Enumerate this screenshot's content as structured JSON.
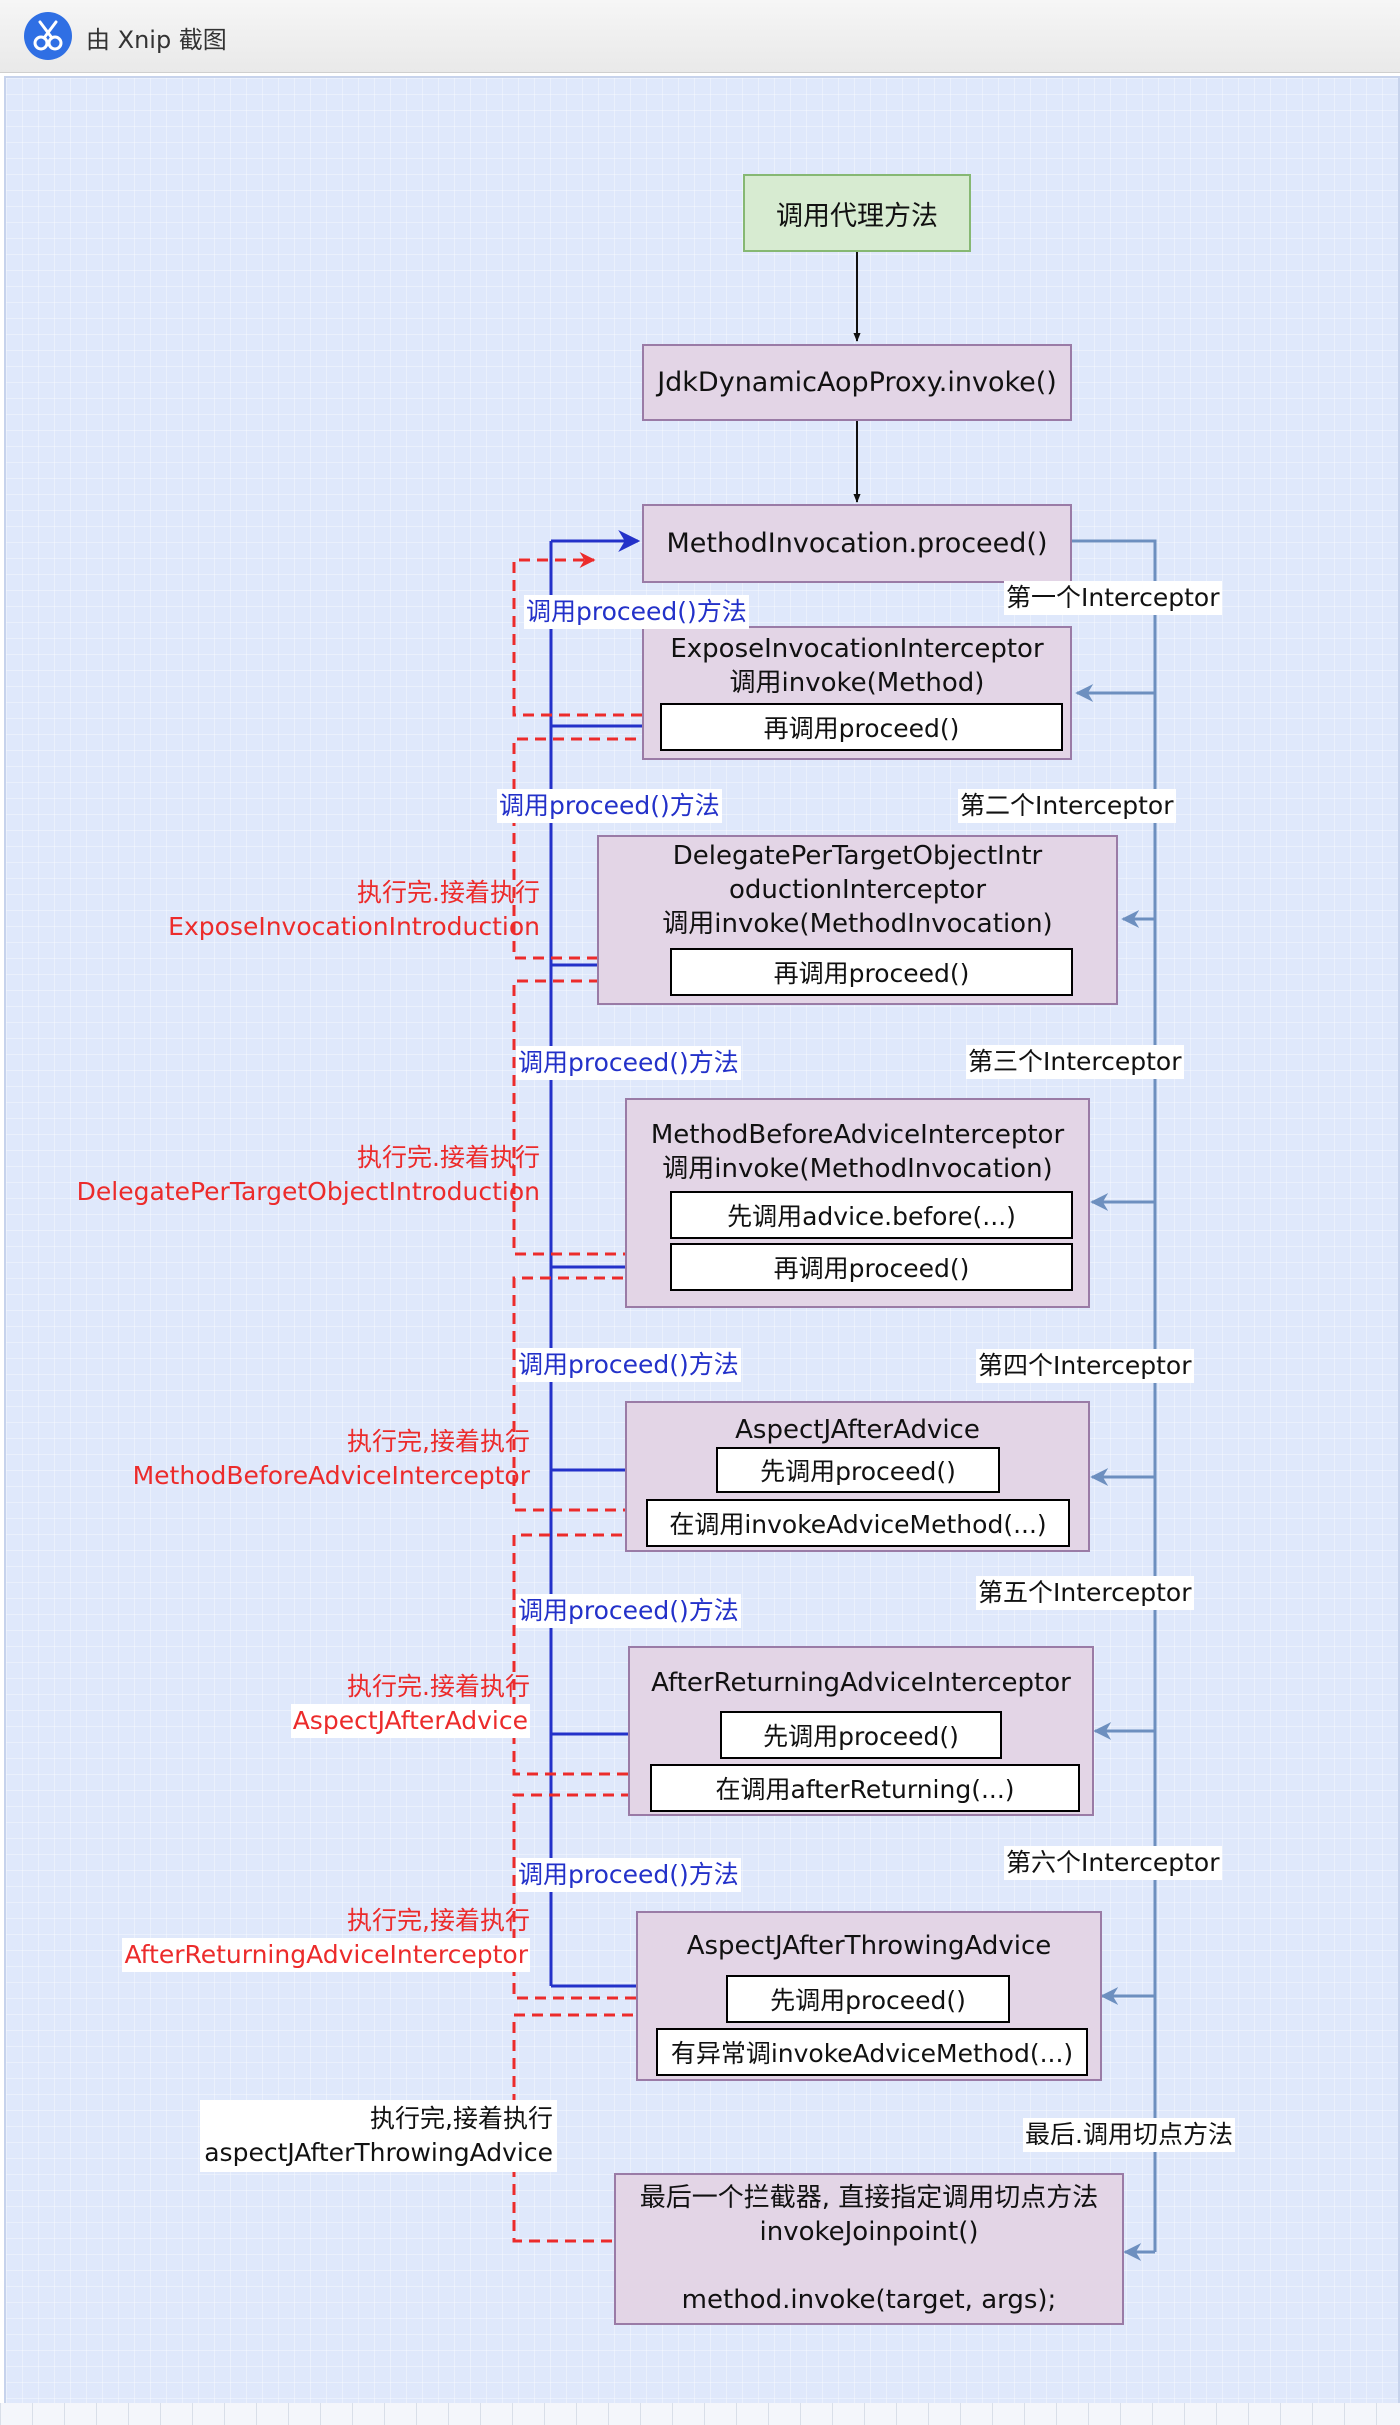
{
  "window": {
    "title": "由 Xnip 截图",
    "icon": "xnip-scissors-icon"
  },
  "colors": {
    "canvas": "#dfe8fb",
    "start_fill": "#d7ebd1",
    "node_fill": "#e3d5e6",
    "call_line": "#2331c9",
    "return_line": "#ec2b2b",
    "chain_line": "#6d8fbf"
  },
  "diagram": {
    "start": "调用代理方法",
    "jdk_proxy": "JdkDynamicAopProxy.invoke()",
    "method_invocation": "MethodInvocation.proceed()",
    "interceptors": [
      {
        "order_label": "第一个Interceptor",
        "call_label": "调用proceed()方法",
        "title_lines": [
          "ExposeInvocationInterceptor",
          "调用invoke(Method)"
        ],
        "steps": [
          "再调用proceed()"
        ]
      },
      {
        "order_label": "第二个Interceptor",
        "call_label": "调用proceed()方法",
        "title_lines": [
          "DelegatePerTargetObjectIntr",
          "oductionInterceptor",
          "调用invoke(MethodInvocation)"
        ],
        "steps": [
          "再调用proceed()"
        ],
        "return_label": [
          "执行完.接着执行",
          "ExposeInvocationIntroduction"
        ]
      },
      {
        "order_label": "第三个Interceptor",
        "call_label": "调用proceed()方法",
        "title_lines": [
          "MethodBeforeAdviceInterceptor",
          "调用invoke(MethodInvocation)"
        ],
        "steps": [
          "先调用advice.before(...)",
          "再调用proceed()"
        ],
        "return_label": [
          "执行完.接着执行",
          "DelegatePerTargetObjectIntroduction"
        ]
      },
      {
        "order_label": "第四个Interceptor",
        "call_label": "调用proceed()方法",
        "title_lines": [
          "AspectJAfterAdvice"
        ],
        "steps": [
          "先调用proceed()",
          "在调用invokeAdviceMethod(...)"
        ],
        "return_label": [
          "执行完,接着执行",
          "MethodBeforeAdviceInterceptor"
        ]
      },
      {
        "order_label": "第五个Interceptor",
        "call_label": "调用proceed()方法",
        "title_lines": [
          "AfterReturningAdviceInterceptor"
        ],
        "steps": [
          "先调用proceed()",
          "在调用afterReturning(...)"
        ],
        "return_label": [
          "执行完.接着执行",
          "AspectJAfterAdvice"
        ]
      },
      {
        "order_label": "第六个Interceptor",
        "call_label": "调用proceed()方法",
        "title_lines": [
          "AspectJAfterThrowingAdvice"
        ],
        "steps": [
          "先调用proceed()",
          "有异常调invokeAdviceMethod(...)"
        ],
        "return_label": [
          "执行完,接着执行",
          "AfterReturningAdviceInterceptor"
        ]
      }
    ],
    "final": {
      "order_label": "最后.调用切点方法",
      "lines": [
        "最后一个拦截器, 直接指定调用切点方法",
        "invokeJoinpoint()",
        "",
        "method.invoke(target, args);"
      ],
      "return_label": [
        "执行完,接着执行",
        "aspectJAfterThrowingAdvice"
      ]
    }
  }
}
